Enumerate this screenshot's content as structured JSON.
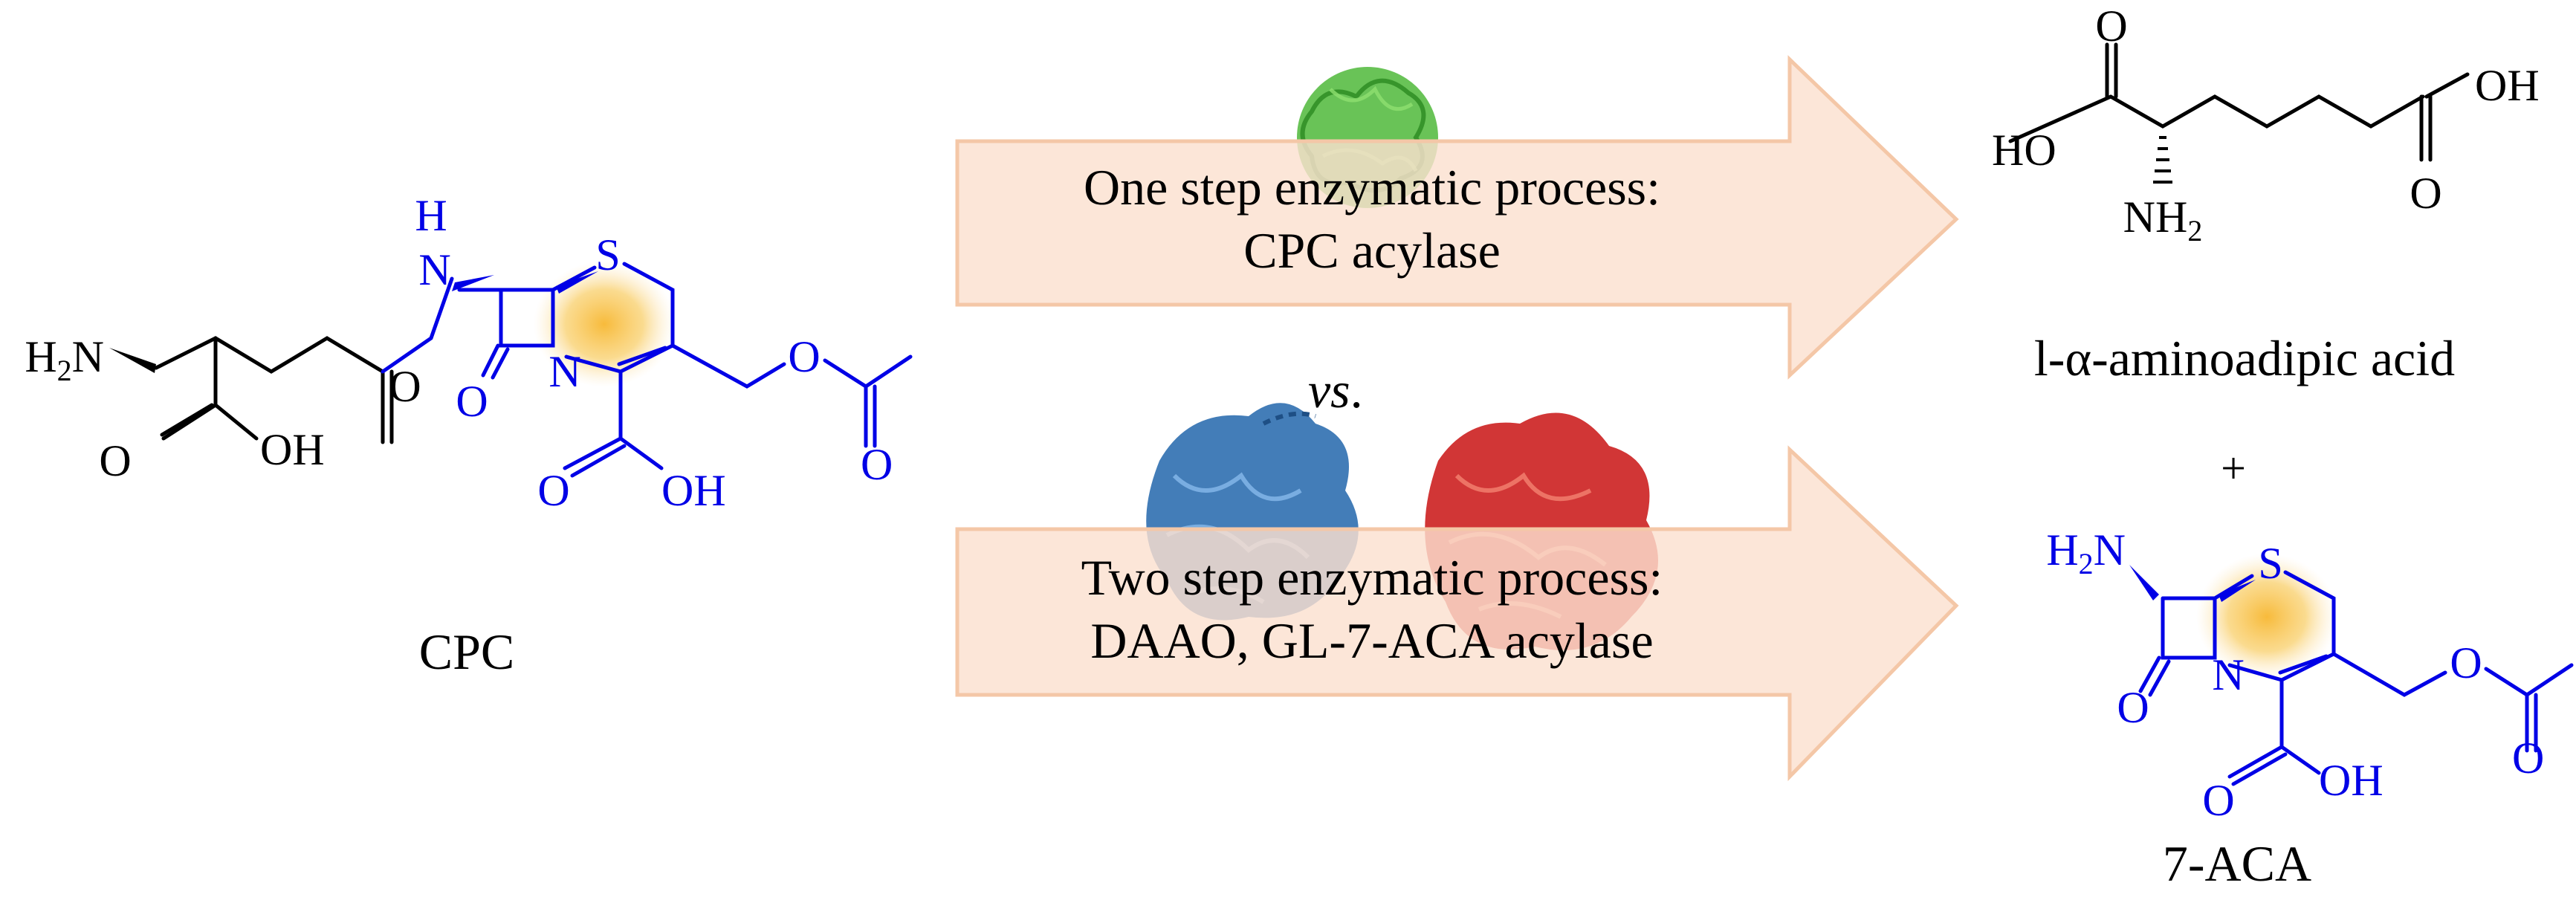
{
  "colors": {
    "black": "#000000",
    "blue": "#0000e6",
    "arrow_fill": "#fbe1cf",
    "arrow_stroke": "#f4c7a7",
    "ring_glow": "#f4c03a",
    "protein_green": "#4fb83a",
    "protein_blue": "#2f6fb0",
    "protein_red": "#cc2020"
  },
  "cpc": {
    "name": "CPC",
    "atoms": {
      "nh2_h": "H",
      "nh2_n": "N",
      "nh2_sub": "2",
      "nh_h": "H",
      "nh_n": "N",
      "s": "S",
      "n": "N",
      "o_amide": "O",
      "o_lactam": "O",
      "o_acid_left": "O",
      "oh_left": "OH",
      "o_acid": "O",
      "oh": "OH",
      "o_ester": "O",
      "o_carbonyl": "O"
    }
  },
  "process": {
    "one_step_line1": "One step enzymatic process:",
    "one_step_line2": "CPC acylase",
    "versus": "vs",
    "versus_dot": ".",
    "two_step_line1": "Two step enzymatic process:",
    "two_step_line2": "DAAO, GL-7-ACA acylase",
    "protein_icons": [
      "cpc-acylase-protein-icon",
      "daao-protein-icon",
      "gl7aca-acylase-protein-icon"
    ]
  },
  "aminoadipic": {
    "name": "l-α-aminoadipic acid",
    "atoms": {
      "o_left": "O",
      "ho": "HO",
      "nh": "NH",
      "nh_sub": "2",
      "oh": "OH",
      "o_right": "O"
    }
  },
  "plus": "+",
  "aca": {
    "name": "7-ACA",
    "atoms": {
      "nh2_h": "H",
      "nh2_sub": "2",
      "nh2_n": "N",
      "s": "S",
      "n": "N",
      "o_lactam": "O",
      "o_acid": "O",
      "oh": "OH",
      "o_ester": "O",
      "o_carbonyl": "O"
    }
  }
}
